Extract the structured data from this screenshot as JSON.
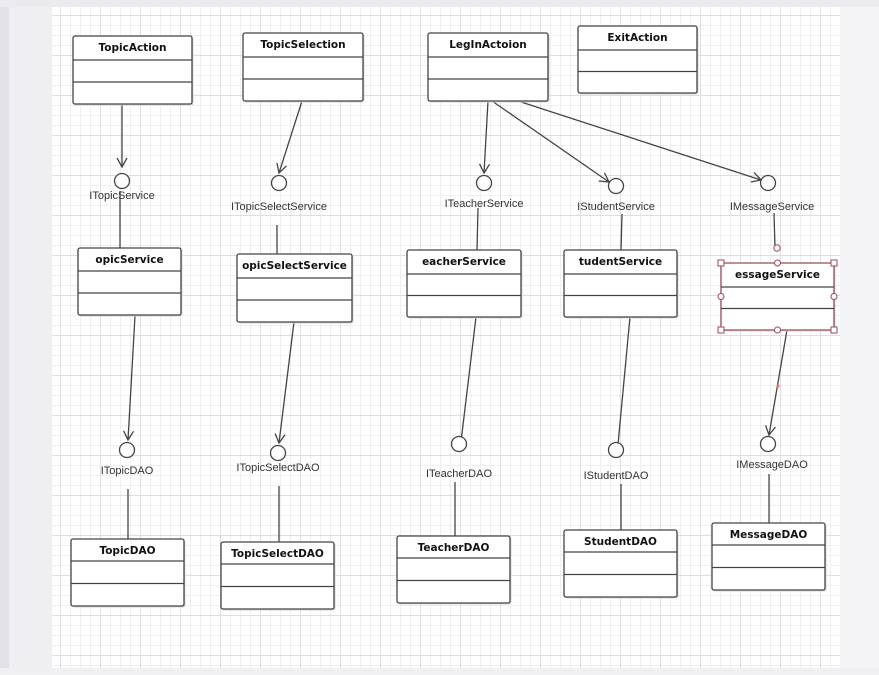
{
  "actions": [
    {
      "name": "TopicAction"
    },
    {
      "name": "TopicSelection"
    },
    {
      "name": "LegInActoion"
    },
    {
      "name": "ExitAction"
    }
  ],
  "interfaces": [
    {
      "name": "ITopicService"
    },
    {
      "name": "ITopicSelectService"
    },
    {
      "name": "ITeacherService"
    },
    {
      "name": "IStudentService"
    },
    {
      "name": "IMessageService"
    }
  ],
  "services": [
    {
      "name": "opicService"
    },
    {
      "name": "opicSelectService"
    },
    {
      "name": "eacherService"
    },
    {
      "name": "tudentService"
    },
    {
      "name": "essageService"
    }
  ],
  "dao_interfaces": [
    {
      "name": "ITopicDAO"
    },
    {
      "name": "ITopicSelectDAO"
    },
    {
      "name": "ITeacherDAO"
    },
    {
      "name": "IStudentDAO"
    },
    {
      "name": "IMessageDAO"
    }
  ],
  "daos": [
    {
      "name": "TopicDAO"
    },
    {
      "name": "TopicSelectDAO"
    },
    {
      "name": "TeacherDAO"
    },
    {
      "name": "StudentDAO"
    },
    {
      "name": "MessageDAO"
    }
  ],
  "colors": {
    "stroke": "#444444",
    "selection": "#9b4a5a"
  }
}
